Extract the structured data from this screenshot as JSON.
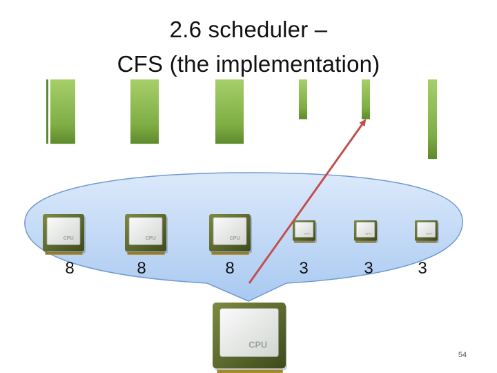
{
  "title": {
    "line1": "2.6 scheduler –",
    "line2": "CFS (the implementation)"
  },
  "tasks": [
    {
      "weight": "8",
      "runtime_bar_height": 0.81
    },
    {
      "weight": "8",
      "runtime_bar_height": 0.81
    },
    {
      "weight": "8",
      "runtime_bar_height": 0.81
    },
    {
      "weight": "3",
      "runtime_bar_height": 0.5
    },
    {
      "weight": "3",
      "runtime_bar_height": 0.5
    },
    {
      "weight": "3",
      "runtime_bar_height": 1.0
    }
  ],
  "cpu_label": "CPU",
  "selected_task_index": 4,
  "page_number": "54",
  "colors": {
    "bar_dark": "#5e8a2c",
    "bar_light": "#a6cf69",
    "bubble_fill": "#bcd7f7",
    "bubble_stroke": "#6f9ad0",
    "arrow": "#c0504d",
    "chip_gold": "#a88a2a",
    "chip_green": "#4a5a22"
  },
  "icons": [
    "cpu-chip-icon"
  ]
}
